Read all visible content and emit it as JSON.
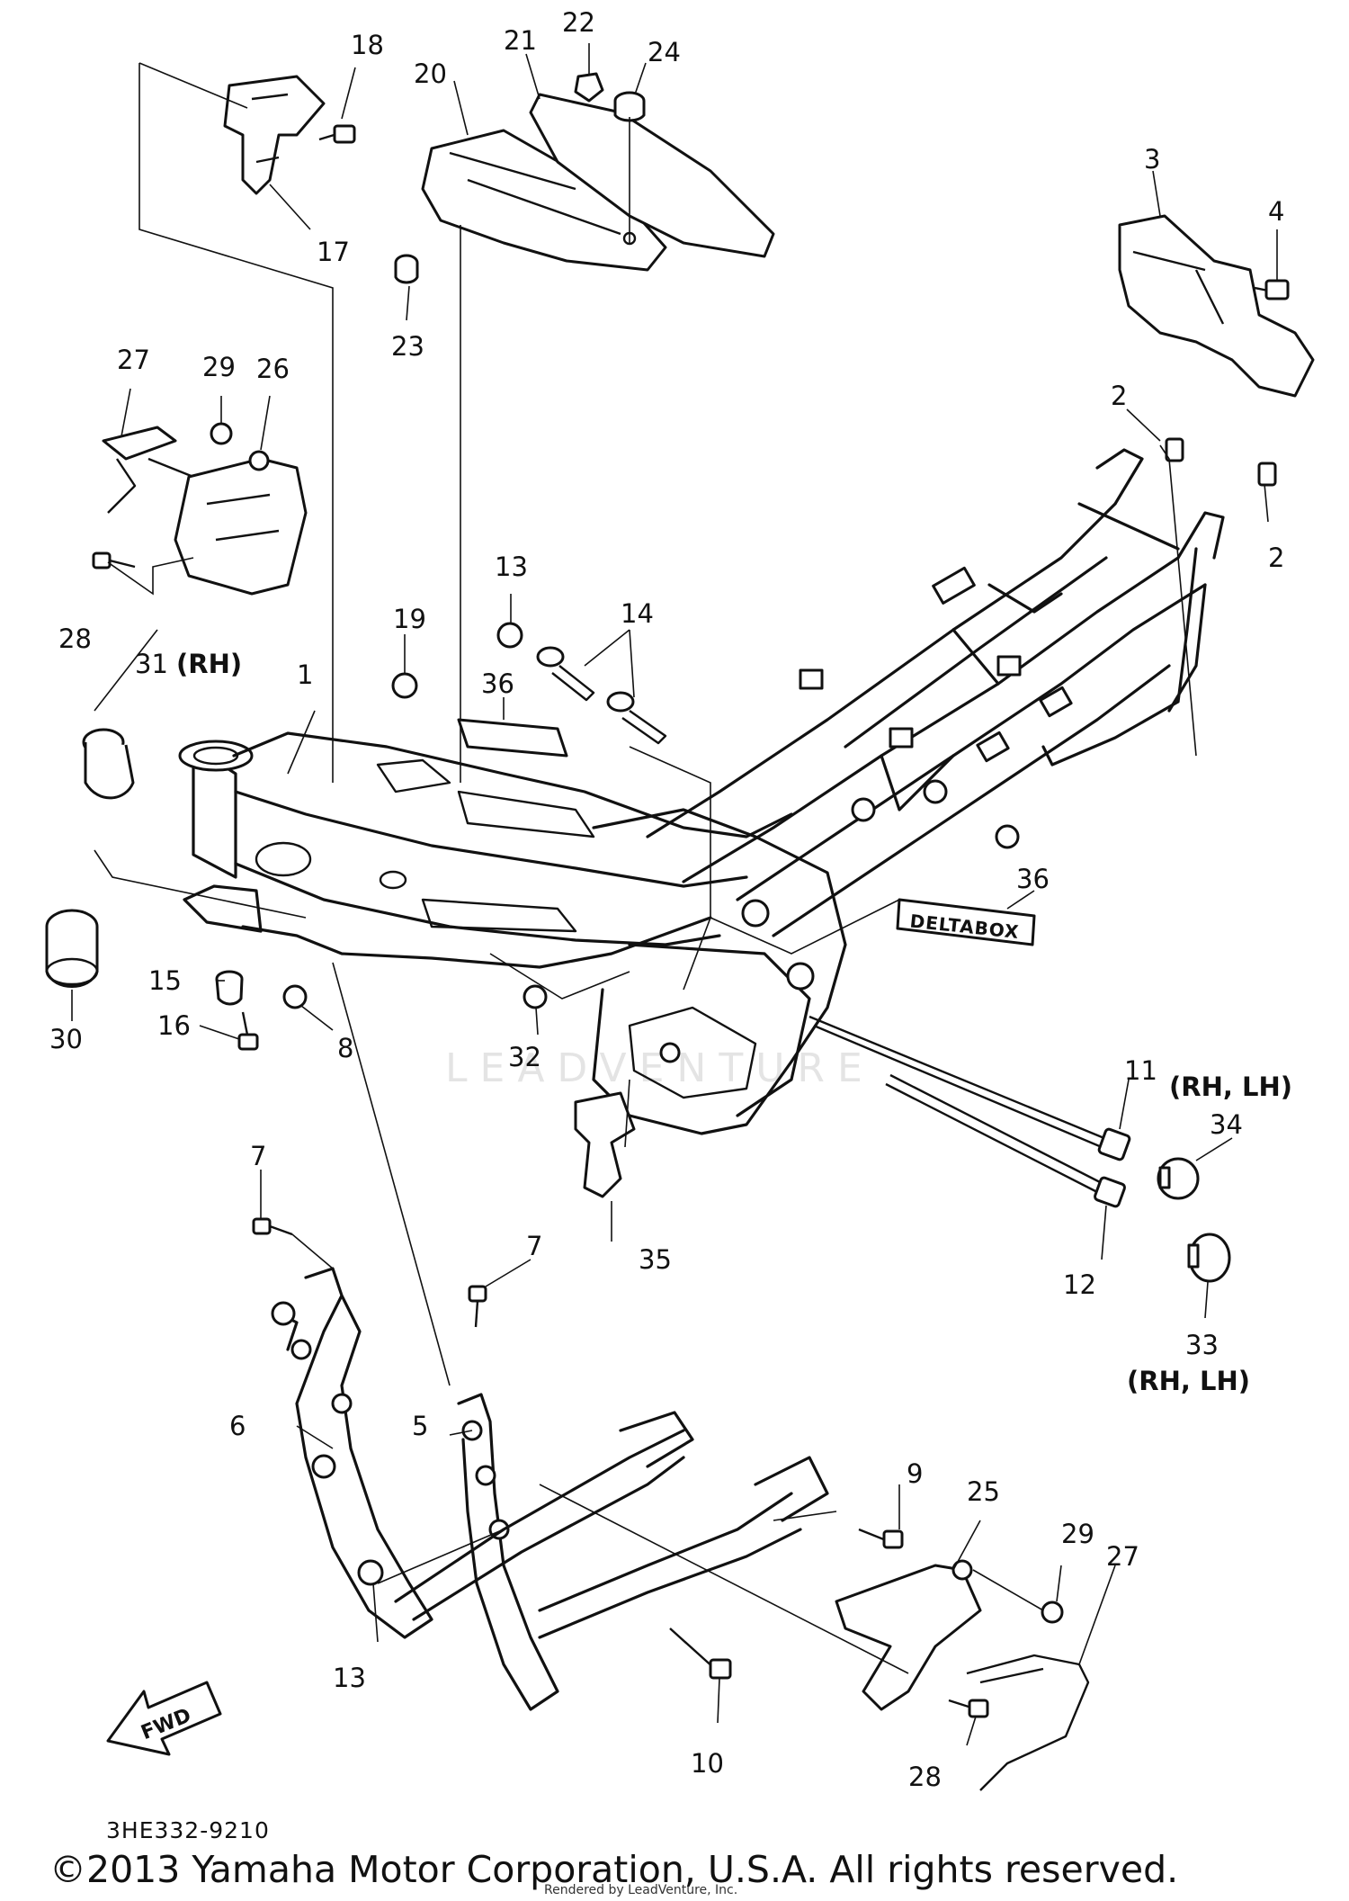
{
  "diagram": {
    "code": "3HE332-9210",
    "copyright": "©2013 Yamaha Motor Corporation, U.S.A. All rights reserved.",
    "rendered_by": "Rendered by LeadVenture, Inc.",
    "watermark": "LEADVENTURE",
    "decal_text": "DELTABOX",
    "fwd_label": "FWD"
  },
  "callouts": {
    "c1": "1",
    "c2a": "2",
    "c2b": "2",
    "c3": "3",
    "c4": "4",
    "c5": "5",
    "c6": "6",
    "c7a": "7",
    "c7b": "7",
    "c8": "8",
    "c9": "9",
    "c10": "10",
    "c11": "11",
    "c11_note": "(RH, LH)",
    "c12": "12",
    "c13a": "13",
    "c13b": "13",
    "c14": "14",
    "c15": "15",
    "c16": "16",
    "c17": "17",
    "c18": "18",
    "c19": "19",
    "c20": "20",
    "c21": "21",
    "c22": "22",
    "c23": "23",
    "c24": "24",
    "c25": "25",
    "c26": "26",
    "c27a": "27",
    "c27b": "27",
    "c28a": "28",
    "c28b": "28",
    "c29a": "29",
    "c29b": "29",
    "c30": "30",
    "c31": "31",
    "c31_note": "(RH)",
    "c32": "32",
    "c33": "33",
    "c33_note": "(RH, LH)",
    "c34": "34",
    "c35": "35",
    "c36a": "36",
    "c36b": "36"
  }
}
